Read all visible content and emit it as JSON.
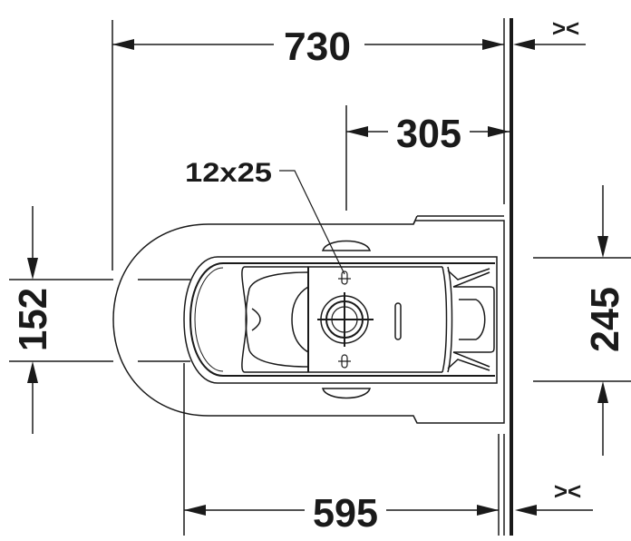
{
  "drawing": {
    "type": "technical-drawing-top-view",
    "subject": "wall-hung toilet top view",
    "line_color": "#1a1a1a",
    "background": "#ffffff"
  },
  "dimensions": {
    "overall_length": "730",
    "wall_to_outlet": "305",
    "body_length": "595",
    "front_width": "152",
    "rear_width": "245",
    "fixing_holes": "12x25",
    "wall_gap_top": "><",
    "wall_gap_bottom": "><"
  }
}
